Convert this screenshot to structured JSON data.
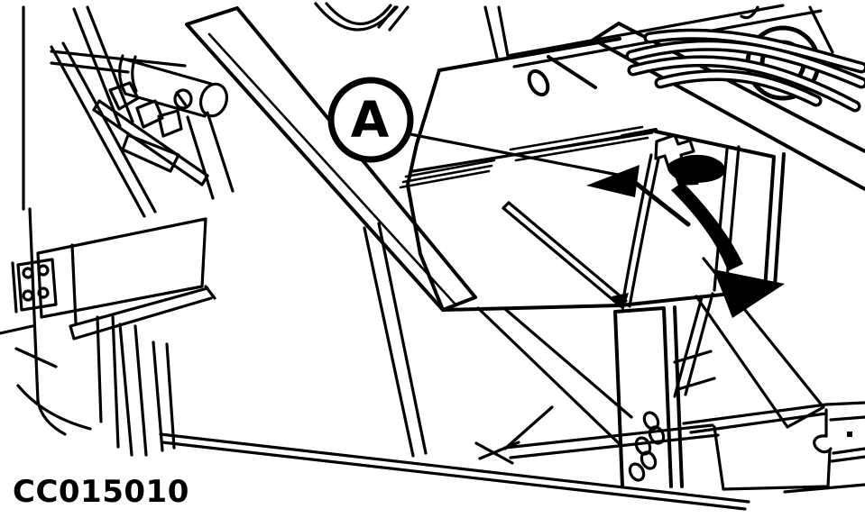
{
  "figure": {
    "callout_label": "A",
    "figure_code": "CC015010"
  },
  "icons": {
    "small_arrow": "release-direction-arrow",
    "curved_arrow": "rotate-down-motion-arrow"
  },
  "colors": {
    "line": "#000000",
    "background": "#ffffff"
  }
}
